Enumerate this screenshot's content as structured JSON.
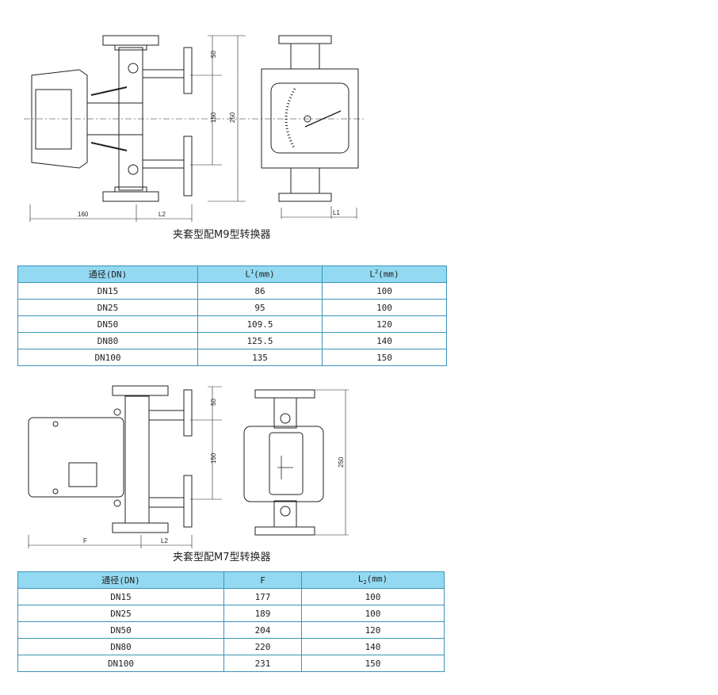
{
  "drawing1": {
    "caption": "夹套型配M9型转换器",
    "dims": {
      "d50": "50",
      "d150": "150",
      "d250": "250",
      "d160": "160",
      "l2": "L2",
      "l1": "L1"
    }
  },
  "table1": {
    "headers": [
      "通径(DN)",
      "L",
      "1",
      "(mm)",
      "L",
      "2",
      "(mm)"
    ],
    "rows": [
      [
        "DN15",
        "86",
        "100"
      ],
      [
        "DN25",
        "95",
        "100"
      ],
      [
        "DN50",
        "109.5",
        "120"
      ],
      [
        "DN80",
        "125.5",
        "140"
      ],
      [
        "DN100",
        "135",
        "150"
      ]
    ]
  },
  "drawing2": {
    "caption": "夹套型配M7型转换器",
    "dims": {
      "d50": "50",
      "d150": "150",
      "d250": "250",
      "f": "F",
      "l2": "L2"
    }
  },
  "table2": {
    "headers": [
      "通径(DN)",
      "F",
      "L",
      "2",
      "(mm)"
    ],
    "rows": [
      [
        "DN15",
        "177",
        "100"
      ],
      [
        "DN25",
        "189",
        "100"
      ],
      [
        "DN50",
        "204",
        "120"
      ],
      [
        "DN80",
        "220",
        "140"
      ],
      [
        "DN100",
        "231",
        "150"
      ]
    ]
  },
  "colors": {
    "header_bg": "#93d9f2",
    "border": "#3a95b8"
  }
}
